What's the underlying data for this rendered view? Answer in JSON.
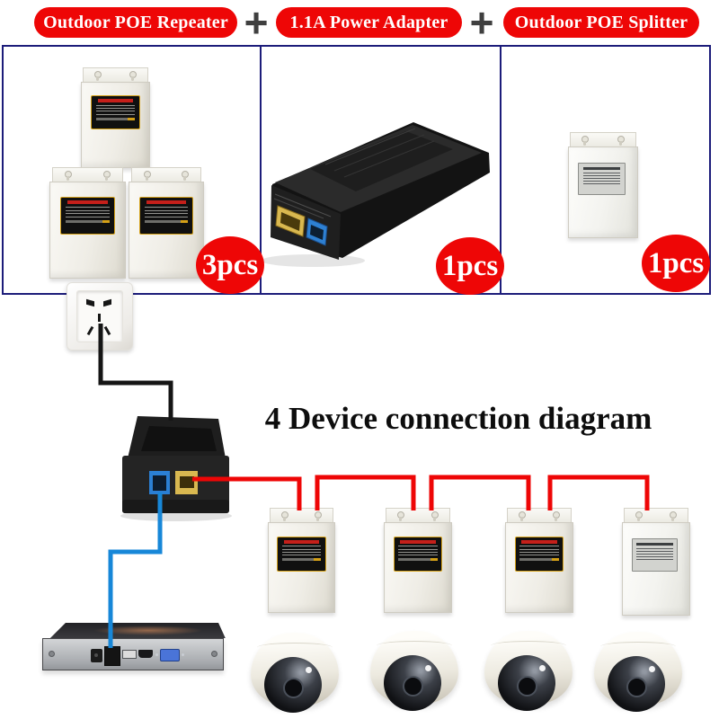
{
  "header": {
    "plus_sign": "+",
    "pills": [
      {
        "label": "Outdoor POE Repeater"
      },
      {
        "label": "1.1A Power Adapter"
      },
      {
        "label": "Outdoor POE Splitter"
      }
    ]
  },
  "kit_panels": [
    {
      "product": "outdoor-poe-repeater",
      "quantity_label": "3pcs",
      "unit_count": 3
    },
    {
      "product": "poe-power-adapter-1.1a",
      "quantity_label": "1pcs",
      "unit_count": 1
    },
    {
      "product": "outdoor-poe-splitter",
      "quantity_label": "1pcs",
      "unit_count": 1
    }
  ],
  "diagram": {
    "title": "4 Device connection diagram",
    "devices": {
      "wall_outlet": 1,
      "poe_injector": 1,
      "nvr_recorder": 1,
      "poe_repeaters": 3,
      "poe_splitter": 1,
      "dome_cameras": 4
    },
    "cables": [
      {
        "name": "power-cable",
        "color": "#151515",
        "from": "wall-outlet",
        "to": "poe-injector"
      },
      {
        "name": "poe-cable",
        "color": "#ee0606",
        "from": "poe-injector-yellow-port",
        "to": "repeater-chain-to-splitter"
      },
      {
        "name": "lan-cable",
        "color": "#1787d8",
        "from": "poe-injector-blue-port",
        "to": "nvr-ethernet-port"
      }
    ]
  },
  "colors": {
    "pill_red": "#ee0606",
    "badge_red": "#ee0606",
    "panel_border_navy": "#1c1c7a",
    "plus_gray": "#3f3f3f",
    "poe_port_yellow": "#d9b850",
    "lan_port_blue": "#2b7fd4"
  }
}
